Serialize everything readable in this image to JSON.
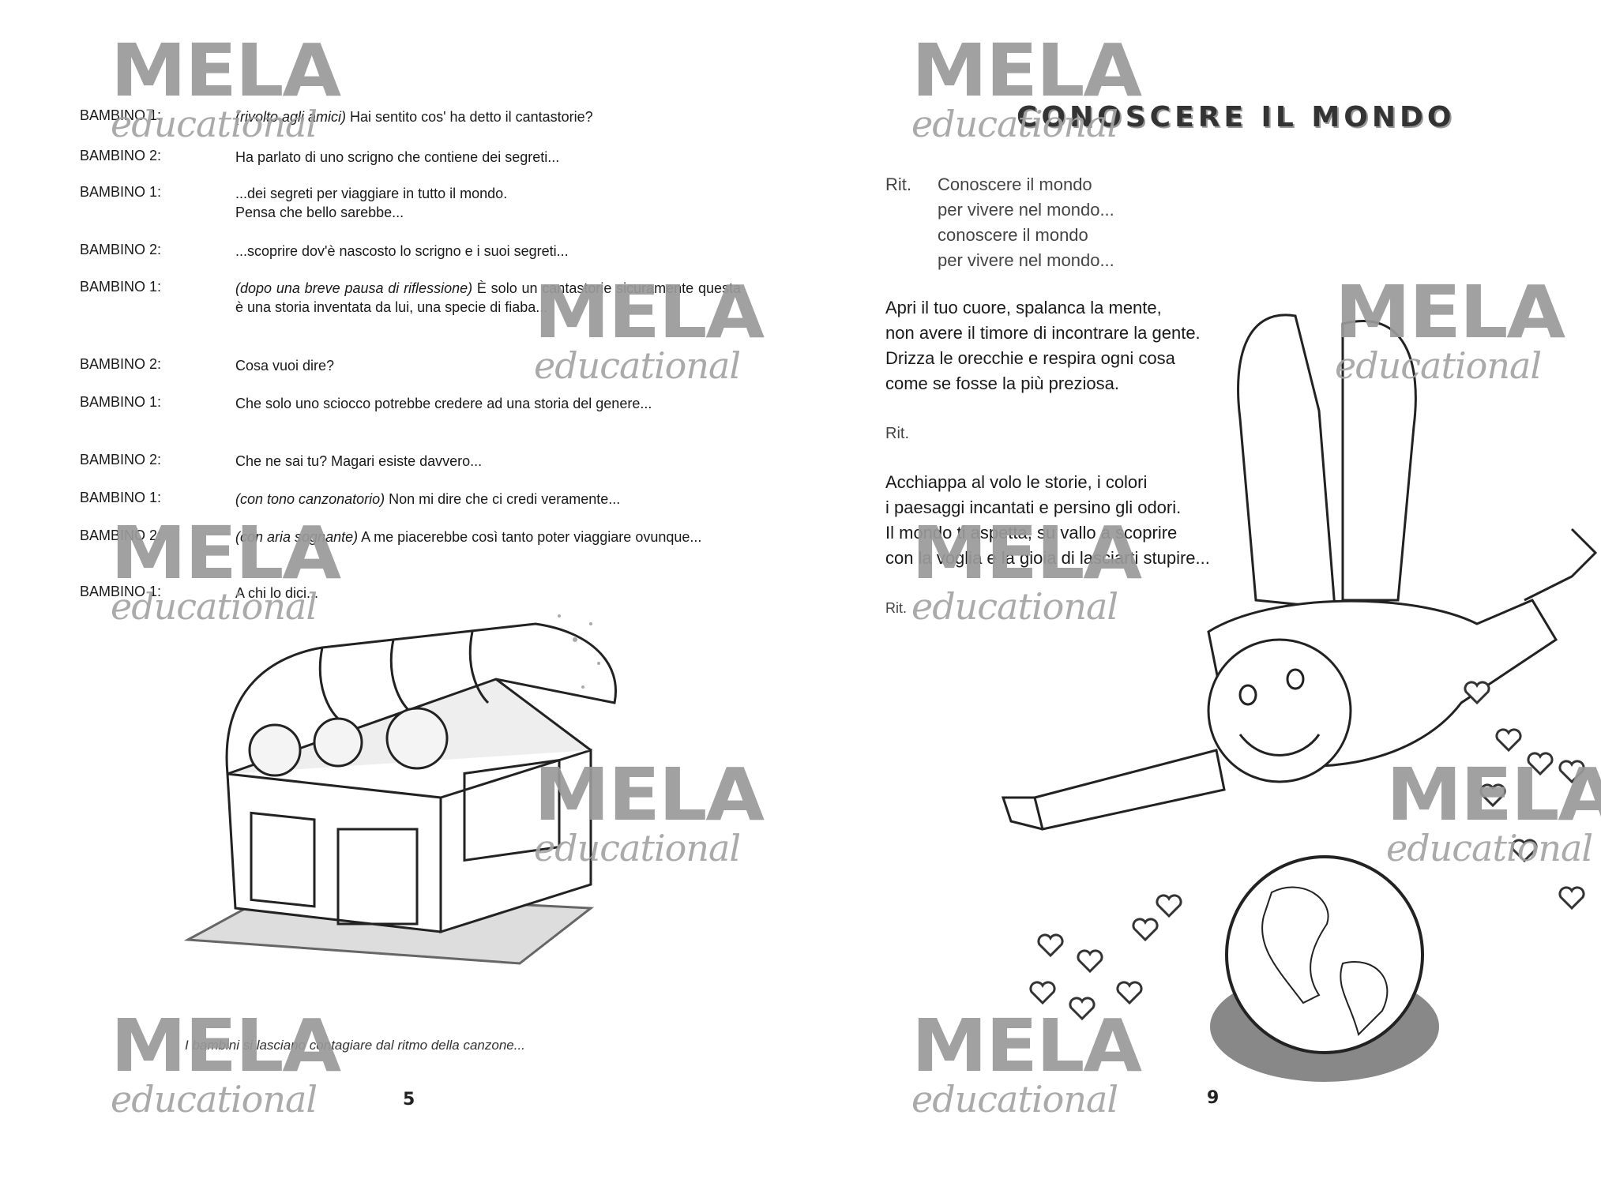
{
  "left_page": {
    "dialogue": [
      {
        "speaker": "BAMBINO 1:",
        "direction": "(rivolto agli amici)",
        "text": " Hai sentito cos' ha detto il cantastorie?"
      },
      {
        "speaker": "BAMBINO 2:",
        "direction": "",
        "text": "Ha parlato di uno scrigno che contiene dei segreti..."
      },
      {
        "speaker": "BAMBINO 1:",
        "direction": "",
        "text": "...dei segreti per viaggiare in tutto il mondo.\nPensa che bello sarebbe..."
      },
      {
        "speaker": "BAMBINO 2:",
        "direction": "",
        "text": "...scoprire dov'è nascosto lo scrigno e i suoi segreti..."
      },
      {
        "speaker": "BAMBINO 1:",
        "direction": "(dopo una breve pausa di riflessione)",
        "text": " È solo un cantastorie sicuramente questa è una storia inventata da lui, una specie di fiaba..."
      },
      {
        "speaker": "BAMBINO 2:",
        "direction": "",
        "text": "Cosa vuoi dire?"
      },
      {
        "speaker": "BAMBINO 1:",
        "direction": "",
        "text": "Che solo uno sciocco potrebbe credere ad una storia del genere..."
      },
      {
        "speaker": "BAMBINO 2:",
        "direction": "",
        "text": "Che ne sai tu? Magari esiste davvero..."
      },
      {
        "speaker": "BAMBINO 1:",
        "direction": "(con tono canzonatorio)",
        "text": " Non mi dire che ci credi veramente..."
      },
      {
        "speaker": "BAMBINO 2:",
        "direction": "(con aria sognante)",
        "text": " A me piacerebbe così tanto poter viaggiare ovunque..."
      },
      {
        "speaker": "BAMBINO 1:",
        "direction": "",
        "text": "A chi lo dici..."
      }
    ],
    "caption": "I bambini si lasciano contagiare dal ritmo della canzone...",
    "page_number": "5"
  },
  "right_page": {
    "title": "CONOSCERE IL MONDO",
    "rit_label": "Rit.",
    "refrain": [
      "Conoscere il mondo",
      "per vivere nel mondo...",
      "conoscere il mondo",
      "per vivere nel mondo..."
    ],
    "verse1": [
      "Apri il tuo cuore, spalanca la mente,",
      "non avere il timore di incontrare la gente.",
      "Drizza le orecchie e respira ogni cosa",
      "come se fosse la più preziosa."
    ],
    "rit_after_verse1": "Rit.",
    "verse2": [
      "Acchiappa al volo le storie, i colori",
      "i paesaggi incantati e persino gli odori.",
      "Il mondo ti aspetta, su vallo a scoprire",
      "con la voglia e la gioia di lasciarti stupire..."
    ],
    "rit_after_verse2": "Rit.",
    "page_number": "9"
  },
  "watermark": {
    "word1": "MELA",
    "word2": "educational"
  }
}
